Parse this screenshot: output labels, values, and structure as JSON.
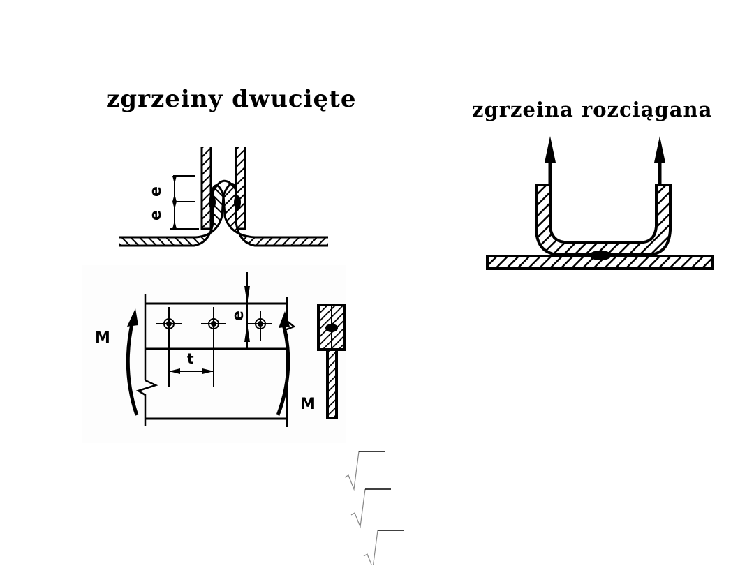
{
  "slide": {
    "background": "#ffffff",
    "ink_color": "#000000"
  },
  "left_section": {
    "title": "zgrzeiny dwucięte",
    "shear_figure": {
      "dimension_labels": [
        "e",
        "e"
      ],
      "description": "double-shear spot welds joining two vertical strips to a bent base plate"
    },
    "beam_figure": {
      "moment_label_left": "M",
      "moment_label_right": "M",
      "pitch_label": "t",
      "edge_distance_label": "e",
      "weld_spots": 3
    }
  },
  "right_section": {
    "title": "zgrzeina rozciągana",
    "tension_figure": {
      "arrows": 2,
      "description": "U-shaped strip spot welded to base plate, loaded in tension"
    }
  },
  "formulas": {
    "sqrt_placeholders": 3
  }
}
